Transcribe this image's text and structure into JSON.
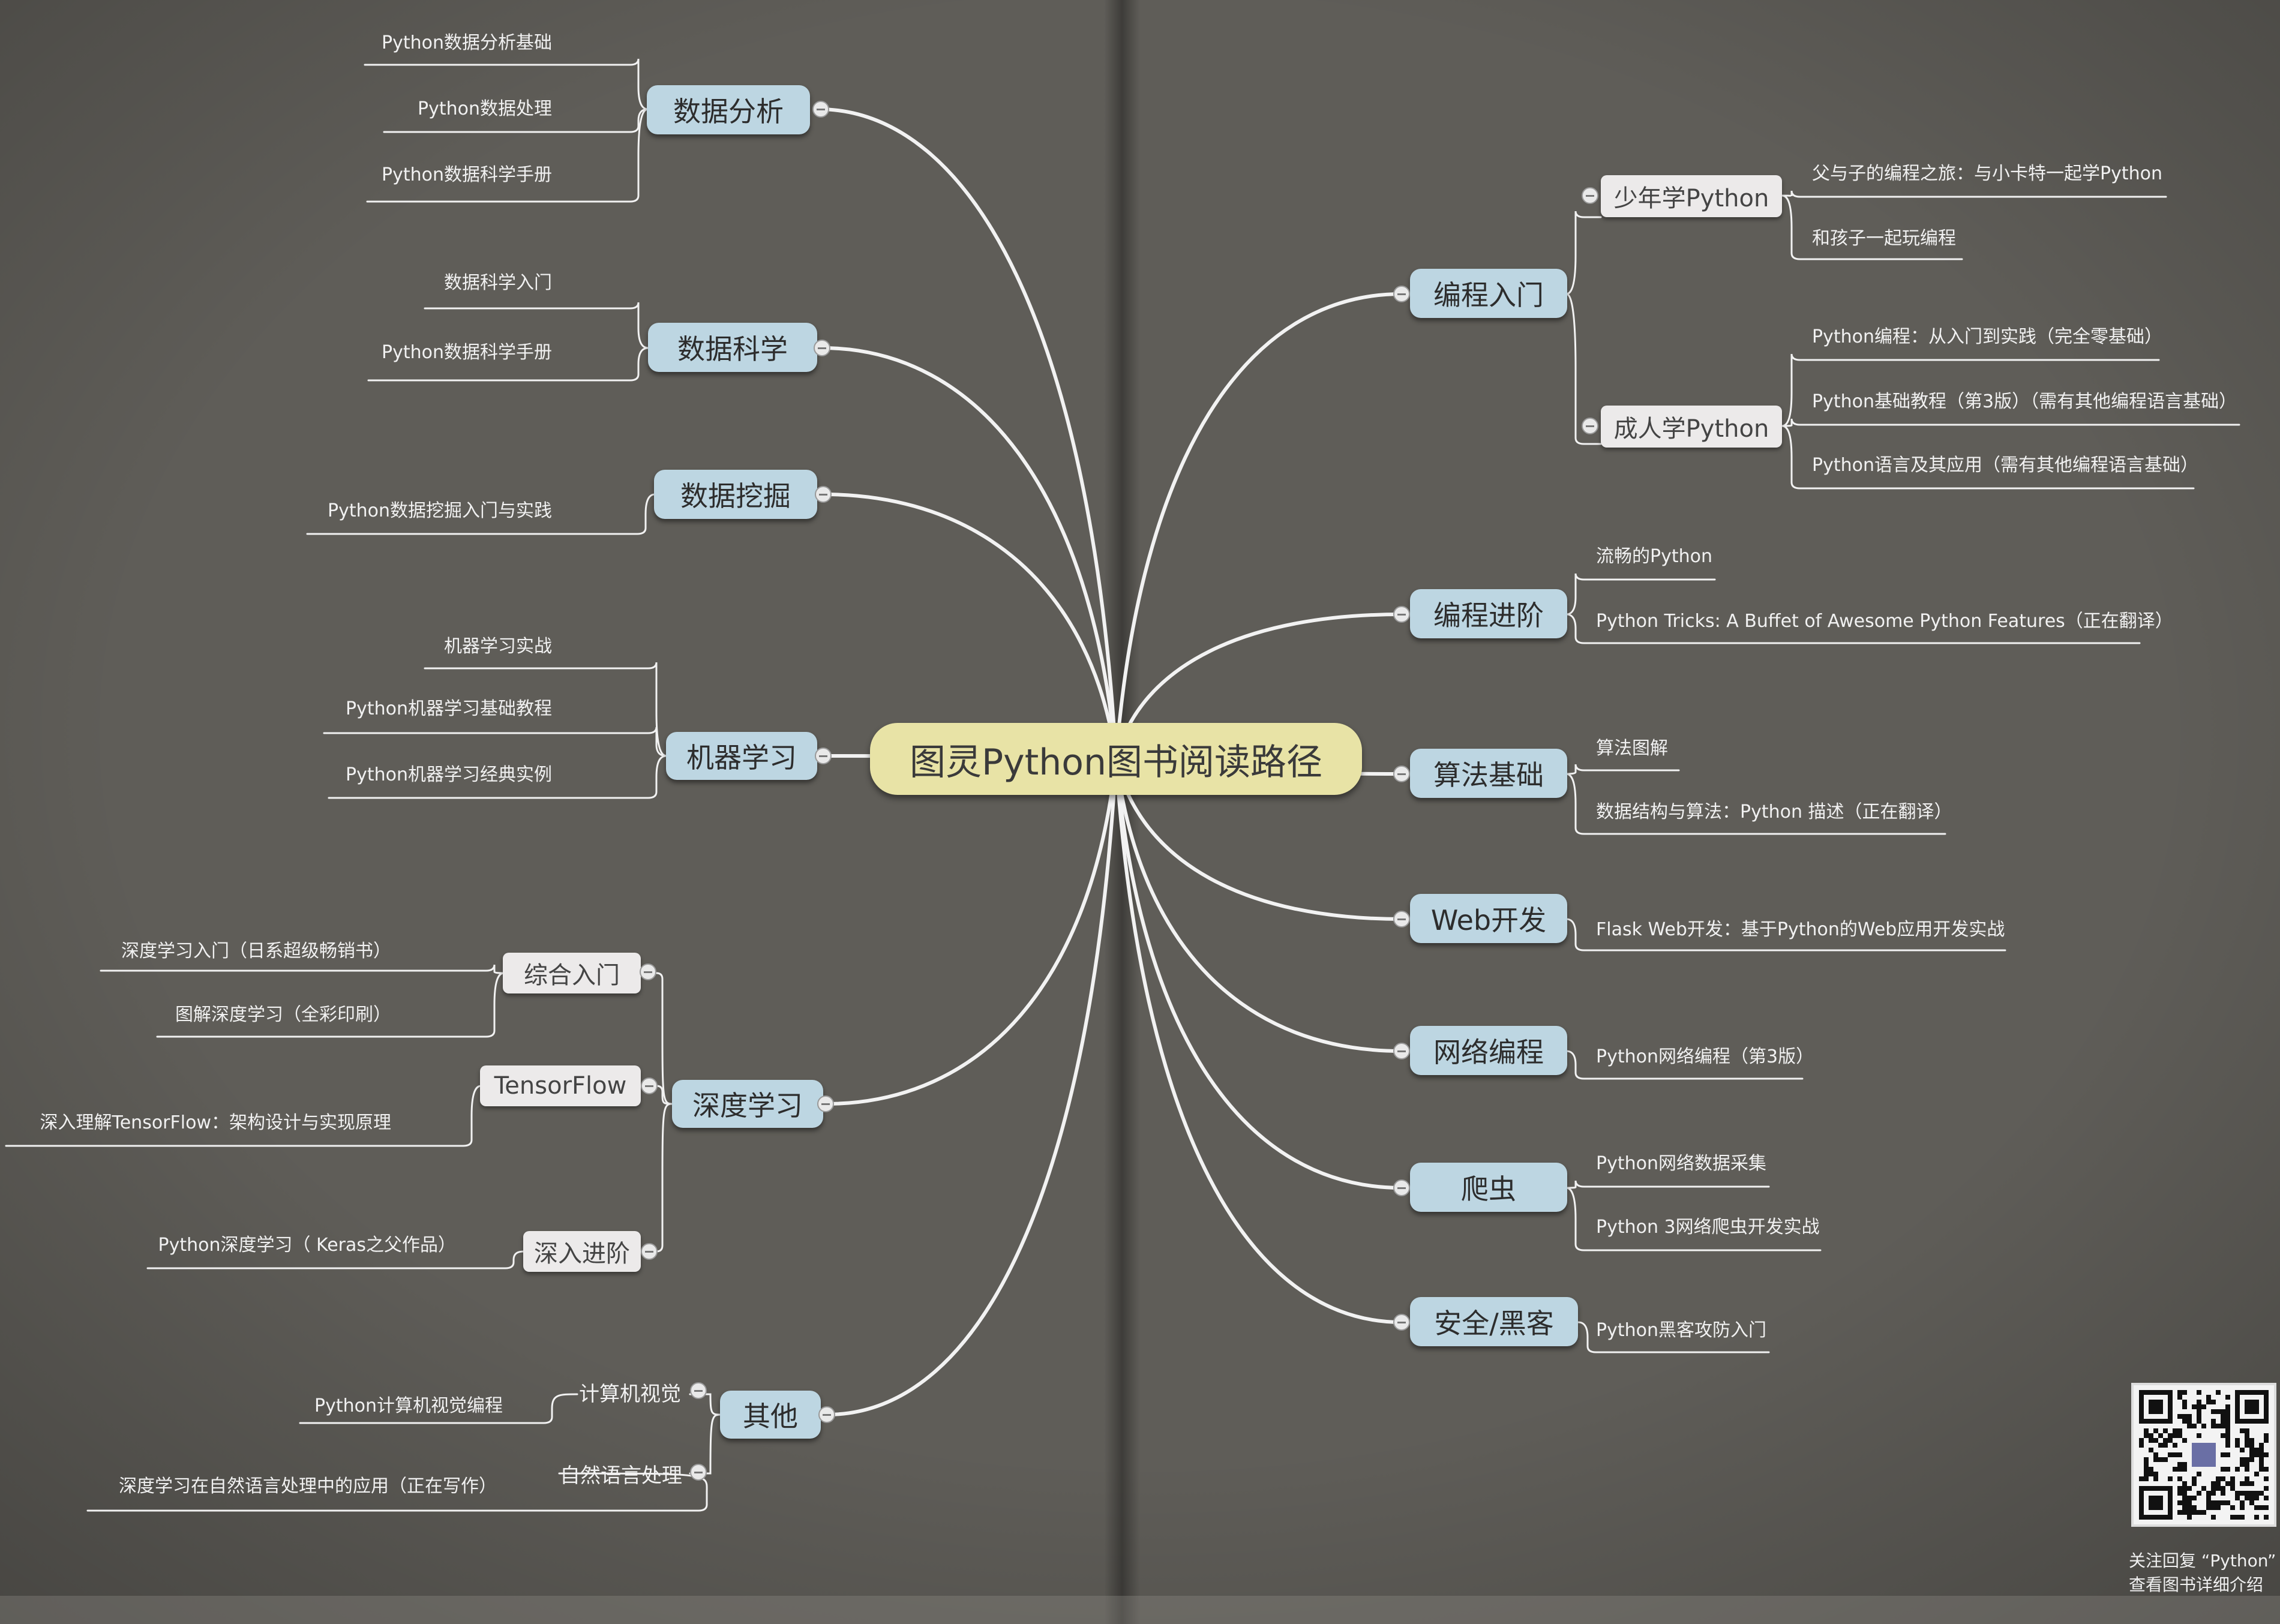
{
  "root": "图灵Python图书阅读路径",
  "left": {
    "data_analysis": {
      "label": "数据分析",
      "leaves": [
        "Python数据分析基础",
        "Python数据处理",
        "Python数据科学手册"
      ]
    },
    "data_science": {
      "label": "数据科学",
      "leaves": [
        "数据科学入门",
        "Python数据科学手册"
      ]
    },
    "data_mining": {
      "label": "数据挖掘",
      "leaves": [
        "Python数据挖掘入门与实践"
      ]
    },
    "machine_learning": {
      "label": "机器学习",
      "leaves": [
        "机器学习实战",
        "Python机器学习基础教程",
        "Python机器学习经典实例"
      ]
    },
    "deep_learning": {
      "label": "深度学习",
      "intro": {
        "label": "综合入门",
        "leaves": [
          "深度学习入门（日系超级畅销书）",
          "图解深度学习（全彩印刷）"
        ]
      },
      "tensorflow": {
        "label": "TensorFlow",
        "leaves": [
          "深入理解TensorFlow：架构设计与实现原理"
        ]
      },
      "advanced": {
        "label": "深入进阶",
        "leaves": [
          "Python深度学习（ Keras之父作品）"
        ]
      }
    },
    "other": {
      "label": "其他",
      "cv": {
        "label": "计算机视觉",
        "leaves": [
          "Python计算机视觉编程"
        ]
      },
      "nlp": {
        "label": "自然语言处理",
        "leaves": [
          "深度学习在自然语言处理中的应用（正在写作）"
        ]
      }
    }
  },
  "right": {
    "programming_intro": {
      "label": "编程入门",
      "kids": {
        "label": "少年学Python",
        "leaves": [
          "父与子的编程之旅：与小卡特一起学Python",
          "和孩子一起玩编程"
        ]
      },
      "adults": {
        "label": "成人学Python",
        "leaves": [
          "Python编程：从入门到实践（完全零基础）",
          "Python基础教程（第3版）（需有其他编程语言基础）",
          "Python语言及其应用（需有其他编程语言基础）"
        ]
      }
    },
    "programming_advanced": {
      "label": "编程进阶",
      "leaves": [
        "流畅的Python",
        "Python Tricks: A Buffet of Awesome Python Features（正在翻译）"
      ]
    },
    "algorithms": {
      "label": "算法基础",
      "leaves": [
        "算法图解",
        "数据结构与算法：Python 描述（正在翻译）"
      ]
    },
    "web": {
      "label": "Web开发",
      "leaves": [
        "Flask Web开发：基于Python的Web应用开发实战"
      ]
    },
    "network": {
      "label": "网络编程",
      "leaves": [
        "Python网络编程（第3版）"
      ]
    },
    "crawler": {
      "label": "爬虫",
      "leaves": [
        "Python网络数据采集",
        "Python 3网络爬虫开发实战"
      ]
    },
    "security": {
      "label": "安全/黑客",
      "leaves": [
        "Python黑客攻防入门"
      ]
    }
  },
  "qr": {
    "line1": "关注回复 “Python”",
    "line2": "查看图书详细介绍"
  },
  "colors": {
    "background": "#5e5c57",
    "root": "#e8e3a6",
    "main_node": "#bdd6e2",
    "sub_node": "#eceaea",
    "link": "#f2f2f2"
  }
}
